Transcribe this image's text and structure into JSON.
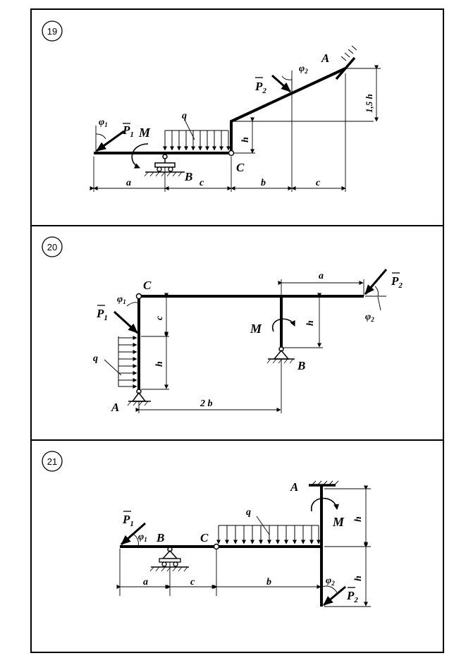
{
  "panels": [
    {
      "number": "19",
      "labels": {
        "A": "A",
        "B": "B",
        "C": "C",
        "M": "M",
        "q": "q",
        "P1": "P",
        "P1_sub": "1",
        "P2": "P",
        "P2_sub": "2",
        "phi1": "φ",
        "phi1_sub": "1",
        "phi2": "φ",
        "phi2_sub": "2",
        "h": "h",
        "h15": "1,5 h",
        "a": "a",
        "c": "c",
        "b": "b",
        "c2": "c"
      }
    },
    {
      "number": "20",
      "labels": {
        "A": "A",
        "B": "B",
        "C": "C",
        "M": "M",
        "q": "q",
        "P1": "P",
        "P1_sub": "1",
        "P2": "P",
        "P2_sub": "2",
        "phi1": "φ",
        "phi1_sub": "1",
        "phi2": "φ",
        "phi2_sub": "2",
        "c": "c",
        "h": "h",
        "h2": "h",
        "a": "a",
        "b2": "2 b"
      }
    },
    {
      "number": "21",
      "labels": {
        "A": "A",
        "B": "B",
        "C": "C",
        "M": "M",
        "q": "q",
        "P1": "P",
        "P1_sub": "1",
        "P2": "P",
        "P2_sub": "2",
        "phi1": "φ",
        "phi1_sub": "1",
        "phi2": "φ",
        "phi2_sub": "2",
        "h": "h",
        "h2": "h",
        "a": "a",
        "c": "c",
        "b": "b"
      }
    }
  ]
}
